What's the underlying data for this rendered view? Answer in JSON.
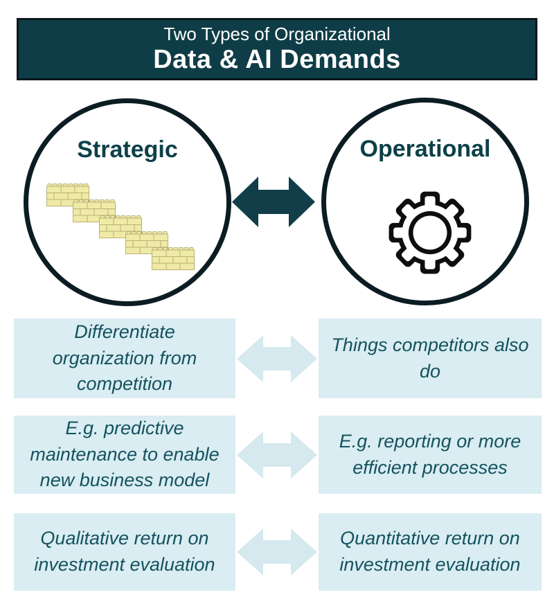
{
  "banner": {
    "line1": "Two Types of Organizational",
    "line2": "Data & AI Demands"
  },
  "circles": {
    "left": {
      "label": "Strategic",
      "icon": "staircase-icon"
    },
    "right": {
      "label": "Operational",
      "icon": "gear-icon"
    }
  },
  "connector": {
    "icon": "double-arrow-icon"
  },
  "rows": [
    {
      "left": "Differentiate organization from competition",
      "right": "Things competitors also do"
    },
    {
      "left": "E.g. predictive maintenance to enable new business model",
      "right": "E.g. reporting or more efficient processes"
    },
    {
      "left": "Qualitative return on investment evaluation",
      "right": "Quantitative return on investment evaluation"
    }
  ],
  "colors": {
    "banner_bg": "#0f3d47",
    "banner_border": "#0a171e",
    "banner_text": "#ffffff",
    "circle_border": "#0c1c23",
    "circle_label": "#0d4049",
    "dark_arrow": "#113e49",
    "box_bg": "#d9edf2",
    "box_text": "#15525e",
    "light_arrow": "#d5e9ef",
    "brick_fill": "#efeaa6",
    "brick_line": "#b9b175",
    "gear": "#0e0e0e"
  }
}
